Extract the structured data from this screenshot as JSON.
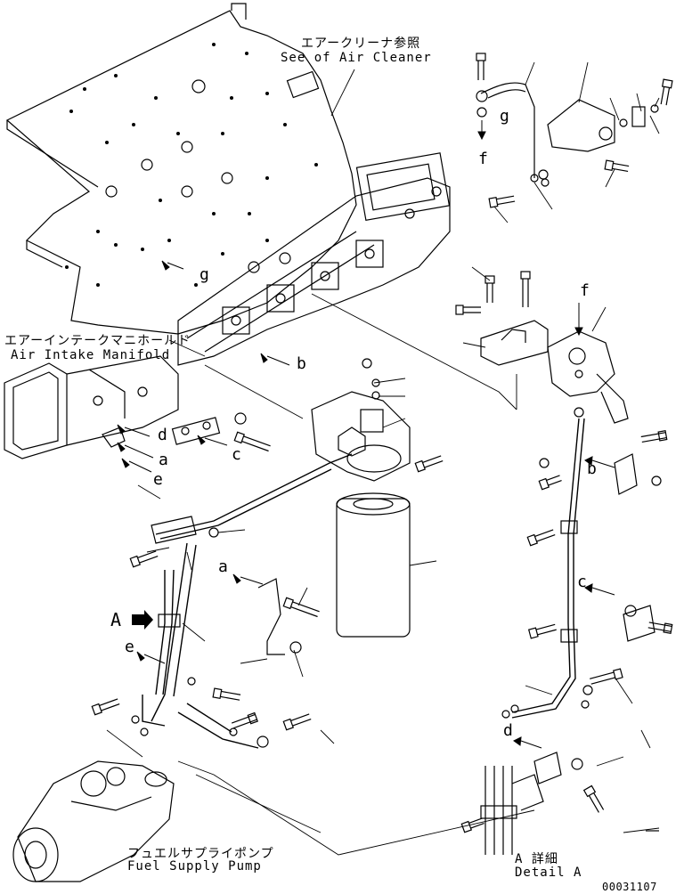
{
  "callouts": {
    "air_cleaner_jp": "エアークリーナ参照",
    "air_cleaner_en": "See of Air Cleaner",
    "intake_jp": "エアーインテークマニホールド",
    "intake_en": "Air Intake Manifold",
    "pump_jp": "フュエルサプライポンプ",
    "pump_en": "Fuel Supply Pump",
    "detail_jp": "A 詳細",
    "detail_en": "Detail A"
  },
  "letters": {
    "f_top": "f",
    "g_top": "g",
    "g_mid": "g",
    "f_mid": "f",
    "b_mid": "b",
    "b_right": "b",
    "c_mid": "c",
    "c_right": "c",
    "d_left": "d",
    "d_right": "d",
    "a_left": "a",
    "a_bracket": "a",
    "e_left": "e",
    "e_pipe": "e",
    "A_marker": "A"
  },
  "drawing_number": "00031107"
}
